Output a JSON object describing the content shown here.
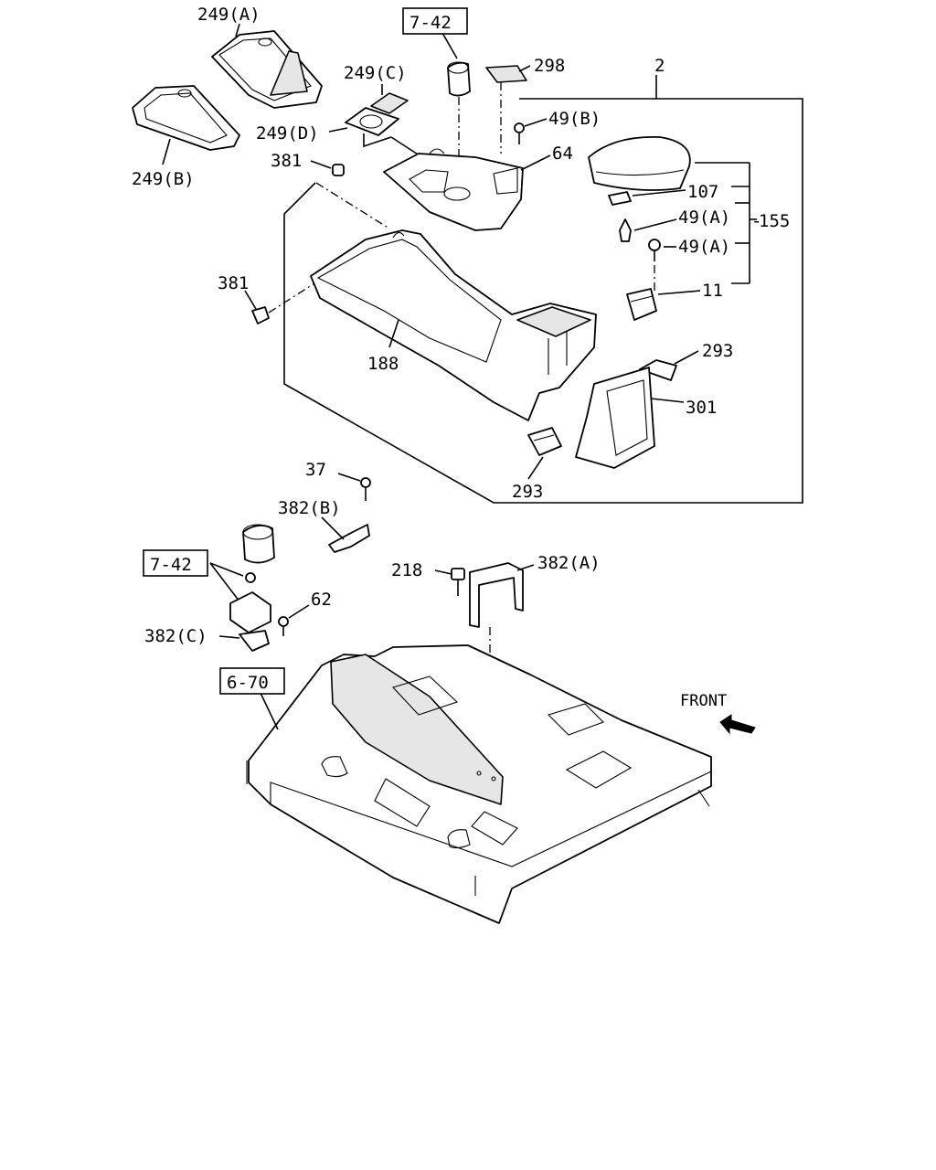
{
  "labels": {
    "l249a": "249(A)",
    "l249b": "249(B)",
    "l249c": "249(C)",
    "l249d": "249(D)",
    "l742top": "7-42",
    "l298": "298",
    "l2": "2",
    "l49b": "49(B)",
    "l64": "64",
    "l381a": "381",
    "l381b": "381",
    "l107": "107",
    "l49a1": "49(A)",
    "l49a2": "49(A)",
    "l155": "155",
    "l11": "11",
    "l188": "188",
    "l293a": "293",
    "l301": "301",
    "l293b": "293",
    "l37": "37",
    "l382b": "382(B)",
    "l742bot": "7-42",
    "l218": "218",
    "l382a": "382(A)",
    "l62": "62",
    "l382c": "382(C)",
    "l670": "6-70",
    "front": "FRONT"
  }
}
